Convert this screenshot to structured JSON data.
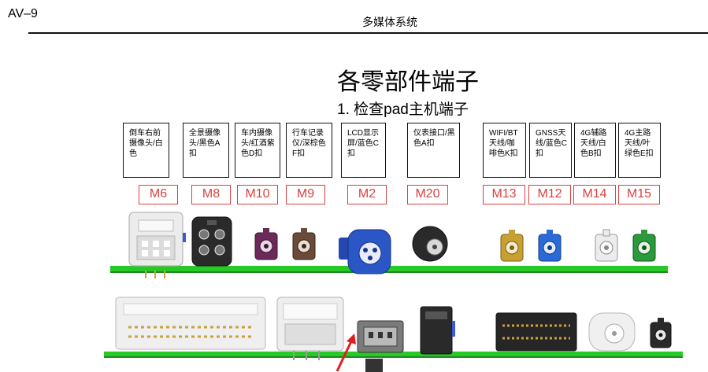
{
  "header": {
    "page_code": "AV–9",
    "system_title": "多媒体系统"
  },
  "heading": {
    "title": "各零部件端子",
    "subtitle": "1. 检查pad主机端子"
  },
  "connectors": [
    {
      "id": "M6",
      "desc": "倒车右前摄像头/白色",
      "color": "#e4e4e4"
    },
    {
      "id": "M8",
      "desc": "全景摄像头/黑色A扣",
      "color": "#222222"
    },
    {
      "id": "M10",
      "desc": "车内摄像头/红酒紫色D扣",
      "color": "#6b2a5a"
    },
    {
      "id": "M9",
      "desc": "行车记录仪/深棕色F扣",
      "color": "#6a4a38"
    },
    {
      "id": "M2",
      "desc": "LCD显示屏/蓝色C扣",
      "color": "#2a56c6"
    },
    {
      "id": "M20",
      "desc": "仪表接口/黑色A扣",
      "color": "#222222"
    },
    {
      "id": "M13",
      "desc": "WIFI/BT天线/咖啡色K扣",
      "color": "#c8a032"
    },
    {
      "id": "M12",
      "desc": "GNSS天线/蓝色C扣",
      "color": "#2a6ad6"
    },
    {
      "id": "M14",
      "desc": "4G辅路天线/白色B扣",
      "color": "#e2e2e2"
    },
    {
      "id": "M15",
      "desc": "4G主路天线/叶绿色E扣",
      "color": "#2a9a3a"
    }
  ]
}
